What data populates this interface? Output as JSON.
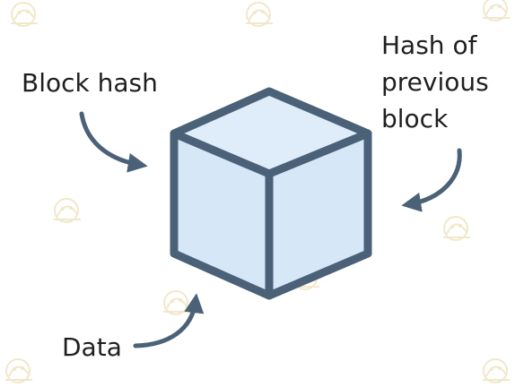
{
  "labels": {
    "block_hash": "Block hash",
    "previous_hash": [
      "Hash of",
      "previous",
      "block"
    ],
    "data": "Data"
  },
  "colors": {
    "cube_fill": "#d6e7f7",
    "cube_stroke": "#4a6178",
    "arrow": "#4a6178",
    "text": "#1f1f1f",
    "watermark": "#e9d9a8"
  }
}
